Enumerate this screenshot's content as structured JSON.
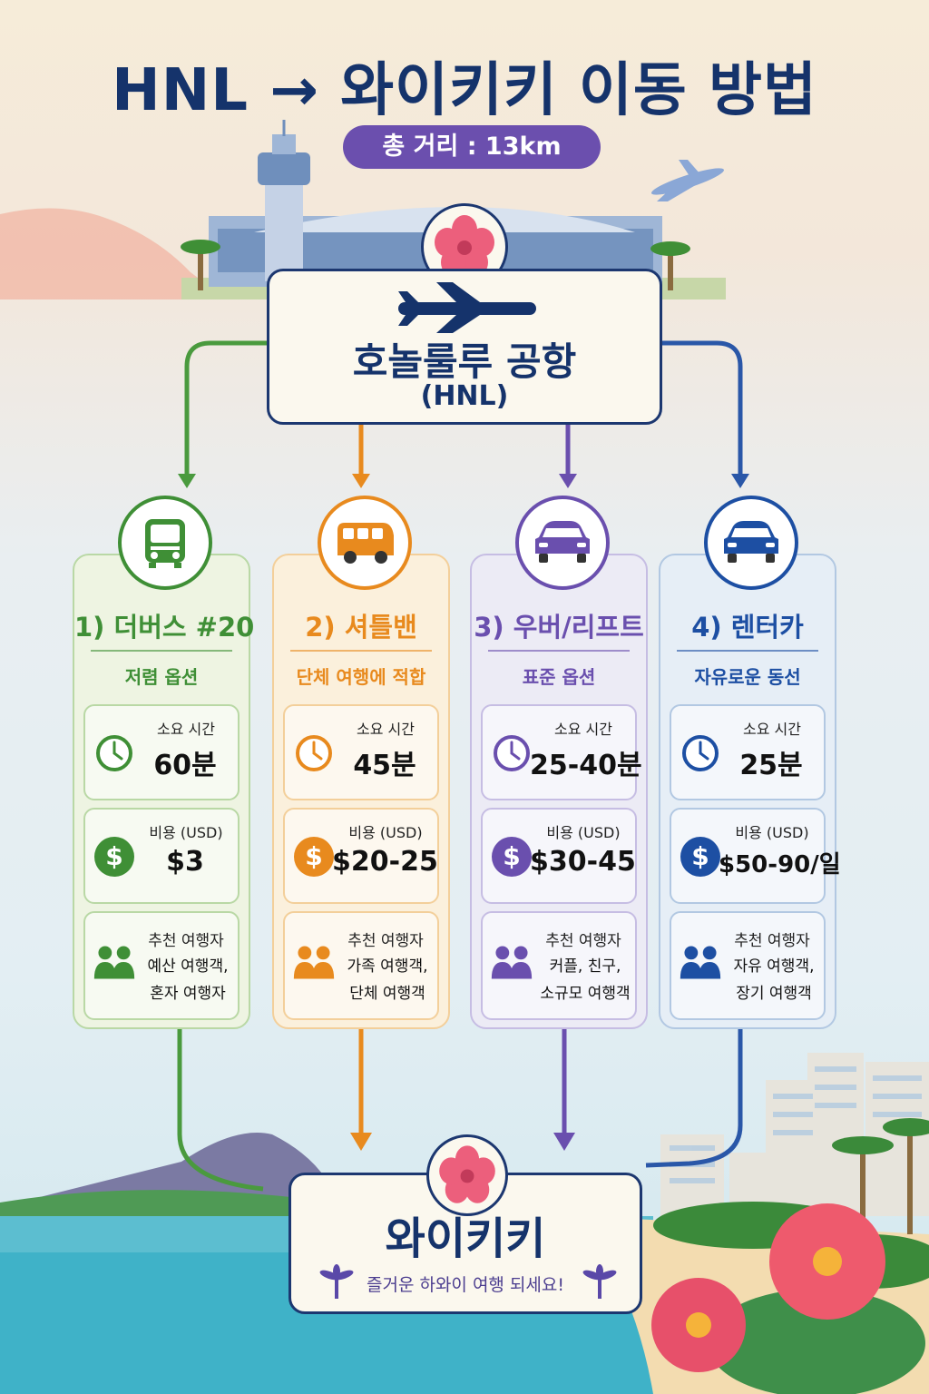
{
  "title": "HNL → 와이키키 이동 방법",
  "total_distance": "총 거리 : 13km",
  "start": {
    "name": "호놀룰루 공항",
    "code": "(HNL)",
    "icon": "airplane-icon"
  },
  "end": {
    "name": "와이키키",
    "message": "즐거운 하와이 여행 되세요!",
    "icon": "hibiscus-icon"
  },
  "options": [
    {
      "title": "1) 더버스 #20",
      "subtitle": "저렴 옵션",
      "icon": "bus-icon",
      "time_label": "소요 시간",
      "time": "60분",
      "cost_label": "비용 (USD)",
      "cost": "$3",
      "rec_label": "추천 여행자",
      "rec_line1": "예산 여행객,",
      "rec_line2": "혼자 여행자",
      "color": "#3f8f36",
      "tint": "#eef4e2",
      "border": "#b9d8a5"
    },
    {
      "title": "2) 셔틀밴",
      "subtitle": "단체 여행에 적합",
      "icon": "van-icon",
      "time_label": "소요 시간",
      "time": "45분",
      "cost_label": "비용 (USD)",
      "cost": "$20-25",
      "rec_label": "추천 여행자",
      "rec_line1": "가족 여행객,",
      "rec_line2": "단체 여행객",
      "color": "#e88a1e",
      "tint": "#fbf0dc",
      "border": "#f3cf9a"
    },
    {
      "title": "3) 우버/리프트",
      "subtitle": "표준 옵션",
      "icon": "car-icon",
      "time_label": "소요 시간",
      "time": "25-40분",
      "cost_label": "비용 (USD)",
      "cost": "$30-45",
      "rec_label": "추천 여행자",
      "rec_line1": "커플, 친구,",
      "rec_line2": "소규모 여행객",
      "color": "#6a4fae",
      "tint": "#ecebf5",
      "border": "#c6bde3"
    },
    {
      "title": "4) 렌터카",
      "subtitle": "자유로운 동선",
      "icon": "rental-car-icon",
      "time_label": "소요 시간",
      "time": "25분",
      "cost_label": "비용 (USD)",
      "cost": "$50-90/일",
      "rec_label": "추천 여행자",
      "rec_line1": "자유 여행객,",
      "rec_line2": "장기 여행객",
      "color": "#1d4fa3",
      "tint": "#e6eef6",
      "border": "#b2c8e2"
    }
  ]
}
